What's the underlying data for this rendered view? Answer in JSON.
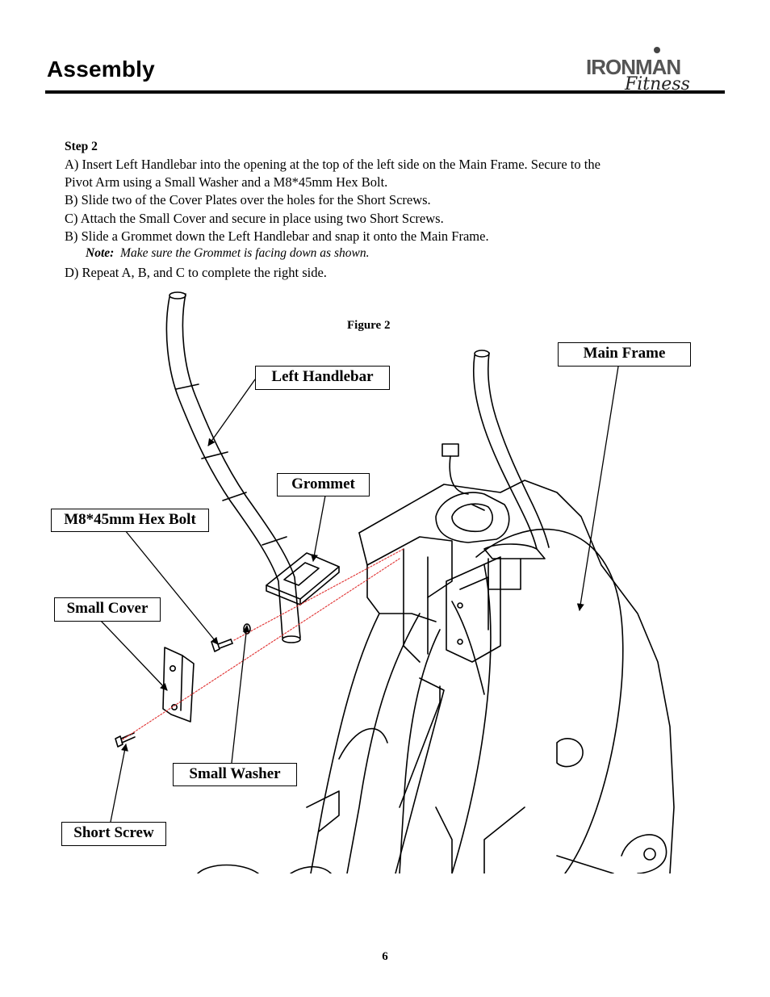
{
  "header": {
    "title": "Assembly",
    "logo": {
      "brand": "IRONMAN",
      "sub": "Fitness"
    }
  },
  "step": {
    "heading": "Step 2",
    "lines": [
      "A)  Insert Left Handlebar into the opening at the top of the left side on the Main Frame.  Secure to the",
      "Pivot Arm using a Small Washer and a M8*45mm Hex Bolt.",
      "B)  Slide two of the Cover Plates over the holes for the Short Screws.",
      "C)  Attach the Small Cover and secure in place using two Short Screws.",
      "B)  Slide a Grommet down the Left Handlebar and snap it onto the Main Frame."
    ],
    "note_label": "Note:",
    "note_text": "Make sure the Grommet is facing down as shown.",
    "last_line": "D)  Repeat A, B, and C to complete the right side."
  },
  "figure": {
    "caption": "Figure 2",
    "callouts": {
      "main_frame": "Main Frame",
      "left_handlebar": "Left Handlebar",
      "grommet": "Grommet",
      "hex_bolt": "M8*45mm Hex Bolt",
      "small_cover": "Small Cover",
      "small_washer": "Small Washer",
      "short_screw": "Short Screw"
    },
    "colors": {
      "line": "#000000",
      "guide": "#e03030"
    }
  },
  "footer": {
    "page_number": "6"
  }
}
